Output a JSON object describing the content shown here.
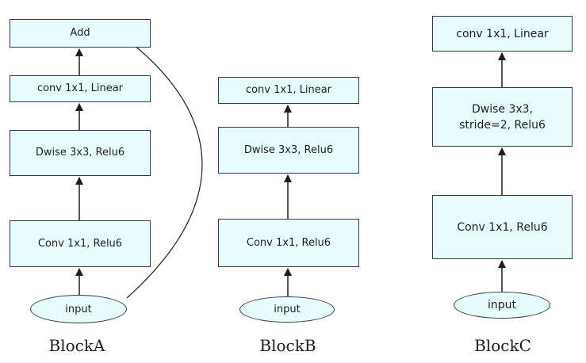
{
  "blocks": [
    {
      "caption": "BlockA",
      "nodes": [
        "Add",
        "conv 1x1, Linear",
        "Dwise 3x3, Relu6",
        "Conv 1x1, Relu6"
      ],
      "input": "input",
      "has_skip_connection": true
    },
    {
      "caption": "BlockB",
      "nodes": [
        "conv 1x1, Linear",
        "Dwise 3x3, Relu6",
        "Conv 1x1, Relu6"
      ],
      "input": "input",
      "has_skip_connection": false
    },
    {
      "caption": "BlockC",
      "nodes": [
        "conv 1x1, Linear",
        "Dwise 3x3,\nstride=2, Relu6",
        "Conv 1x1, Relu6"
      ],
      "input": "input",
      "has_skip_connection": false
    }
  ],
  "colors": {
    "node_fill": "#e8fbfc",
    "stroke": "#3a3a3a",
    "text": "#1e1e1e"
  }
}
